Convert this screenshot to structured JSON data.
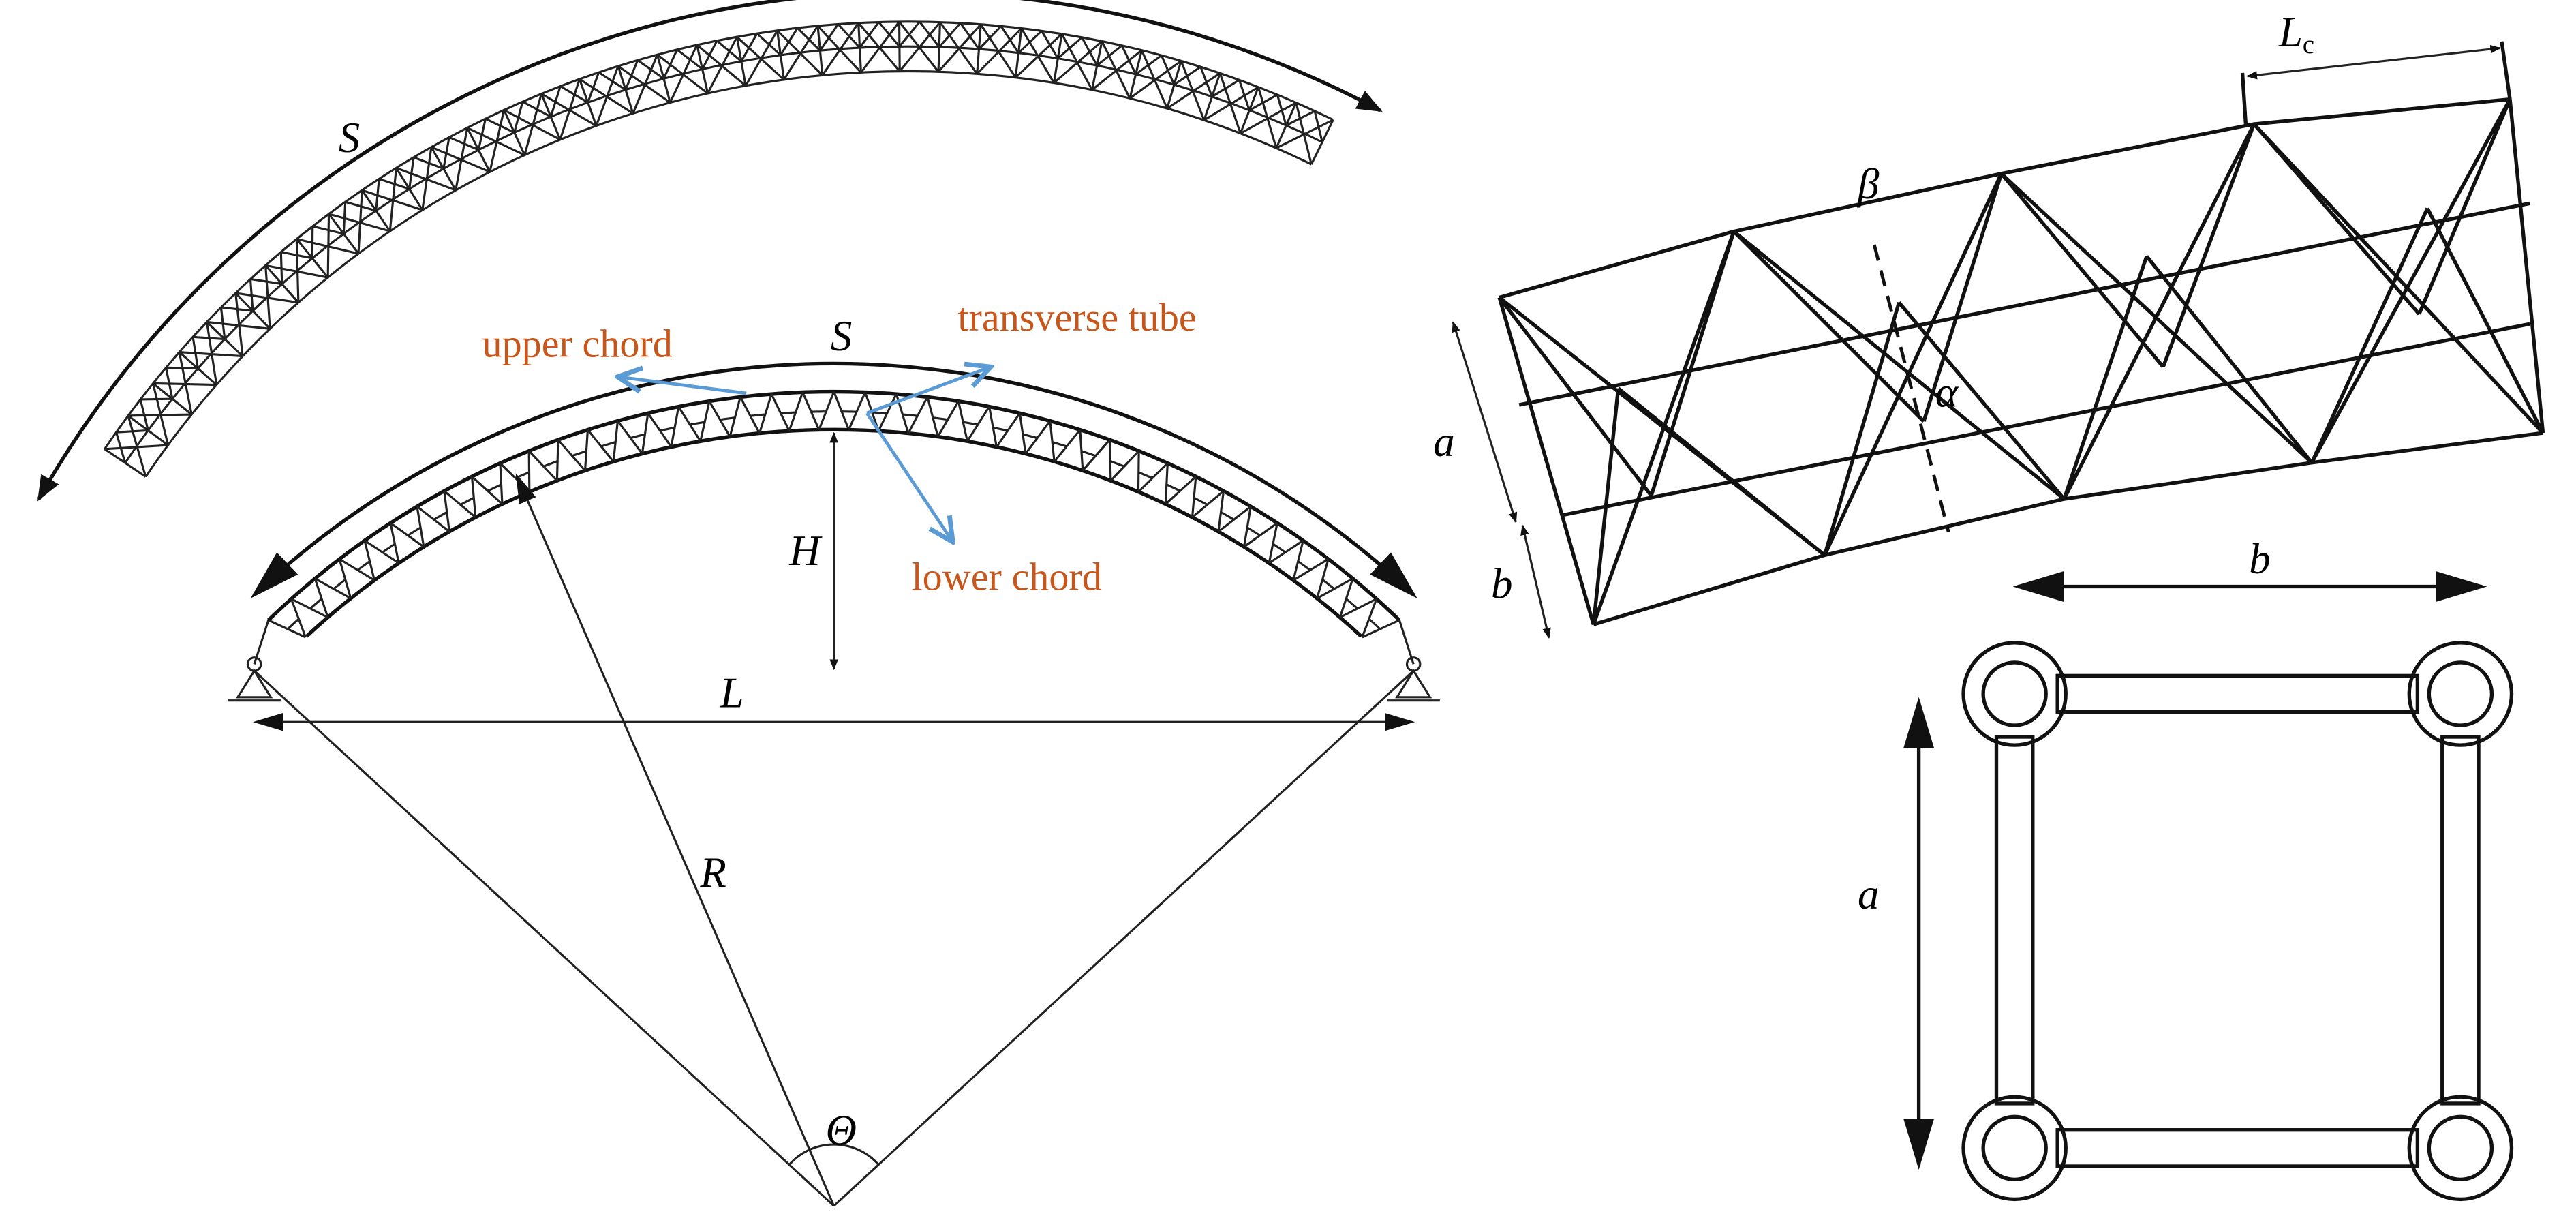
{
  "colors": {
    "annotation_text": "#c8561a",
    "annotation_arrow": "#5b9bd5",
    "line": "#111111"
  },
  "labels": {
    "arc_length_top": "S",
    "arc_length_mid": "S",
    "upper_chord": "upper chord",
    "transverse_tube": "transverse tube",
    "lower_chord": "lower chord",
    "rise": "H",
    "span": "L",
    "radius": "R",
    "central_angle": "Θ",
    "panel_length_main": "L",
    "panel_length_sub": "c",
    "angle_beta": "β",
    "angle_alpha": "α",
    "height_a": "a",
    "width_b": "b",
    "section_width_b": "b",
    "section_height_a": "a"
  }
}
